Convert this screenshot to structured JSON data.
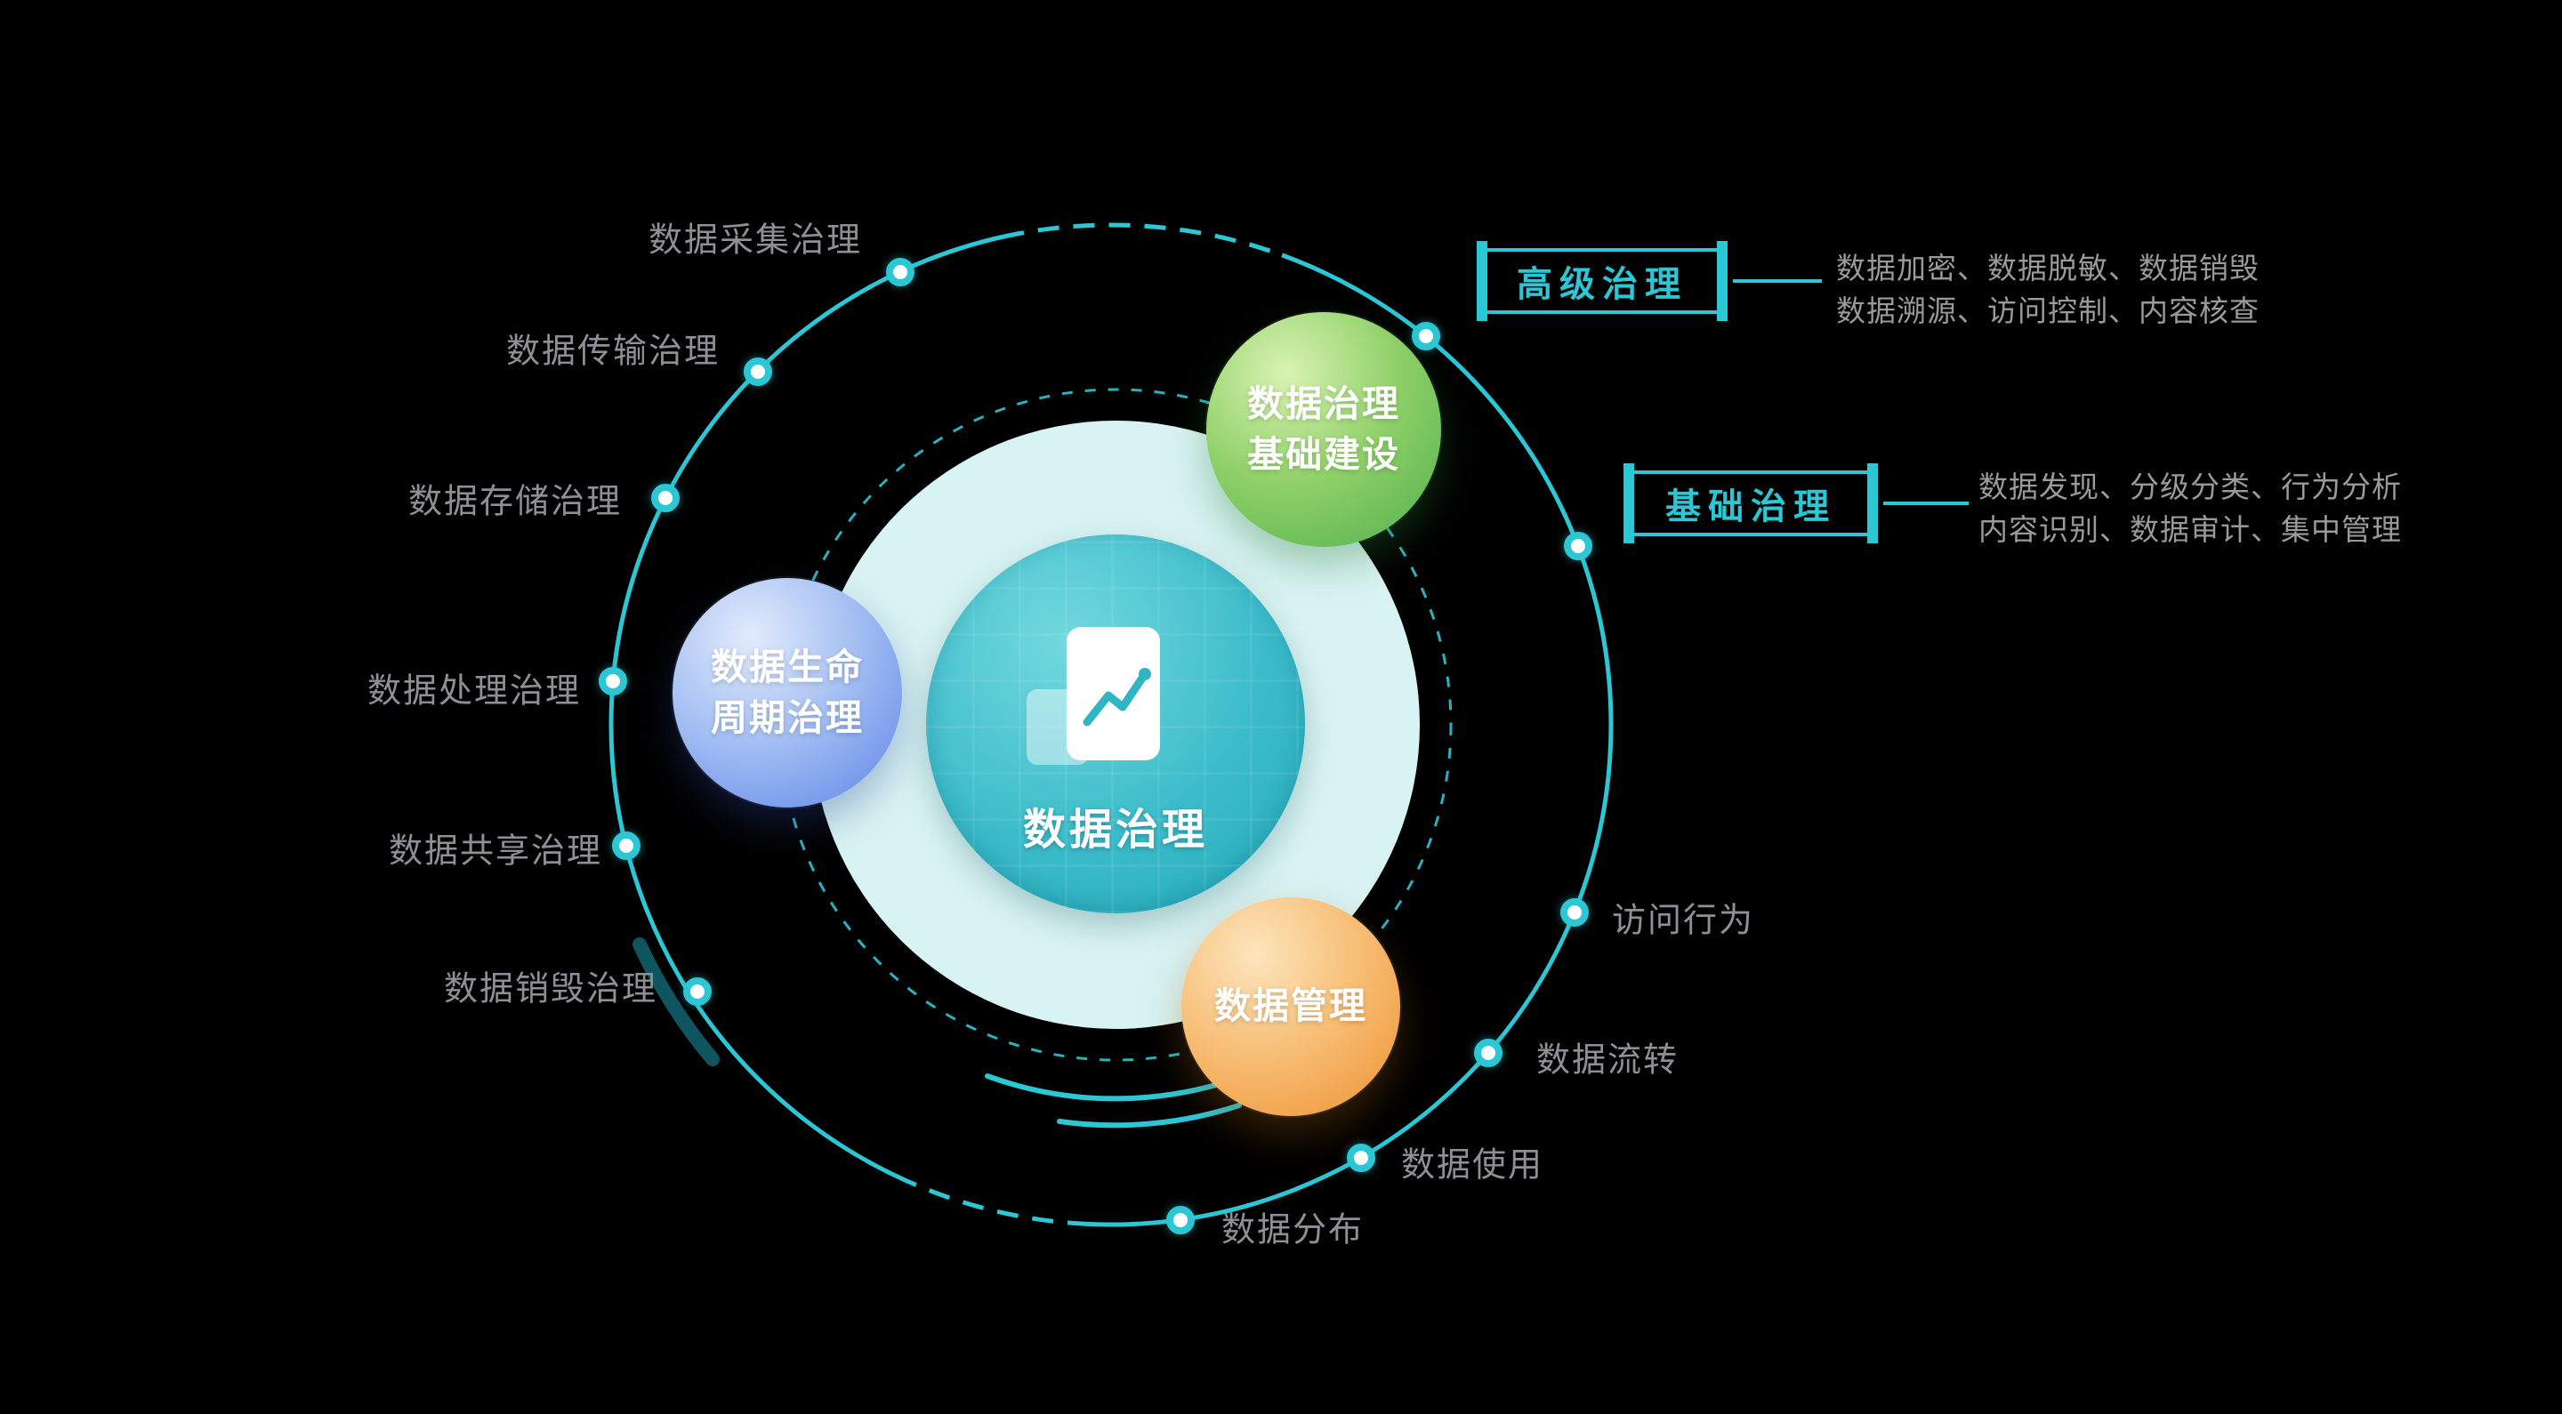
{
  "center": {
    "title": "数据治理"
  },
  "bubbles": {
    "green": {
      "line1": "数据治理",
      "line2": "基础建设"
    },
    "blue": {
      "line1": "数据生命",
      "line2": "周期治理"
    },
    "orange": {
      "line1": "数据管理"
    }
  },
  "orbit_labels": [
    {
      "text": "数据采集治理"
    },
    {
      "text": "数据传输治理"
    },
    {
      "text": "数据存储治理"
    },
    {
      "text": "数据处理治理"
    },
    {
      "text": "数据共享治理"
    },
    {
      "text": "数据销毁治理"
    },
    {
      "text": "访问行为"
    },
    {
      "text": "数据流转"
    },
    {
      "text": "数据使用"
    },
    {
      "text": "数据分布"
    }
  ],
  "callouts": [
    {
      "title": "高级治理",
      "desc1": "数据加密、数据脱敏、数据销毁",
      "desc2": "数据溯源、访问控制、内容核查"
    },
    {
      "title": "基础治理",
      "desc1": "数据发现、分级分类、行为分析",
      "desc2": "内容识别、数据审计、集中管理"
    }
  ],
  "colors": {
    "background": "#000000",
    "accent_teal": "#2bc7d4",
    "light_circle": "#d8f3f3",
    "inner_circle": "#3cbcca",
    "bubble_green": "#4fb04d",
    "bubble_blue": "#5d84e8",
    "bubble_orange": "#ee9231",
    "label_gray": "#8d9094",
    "desc_gray": "#9a9a9a"
  }
}
